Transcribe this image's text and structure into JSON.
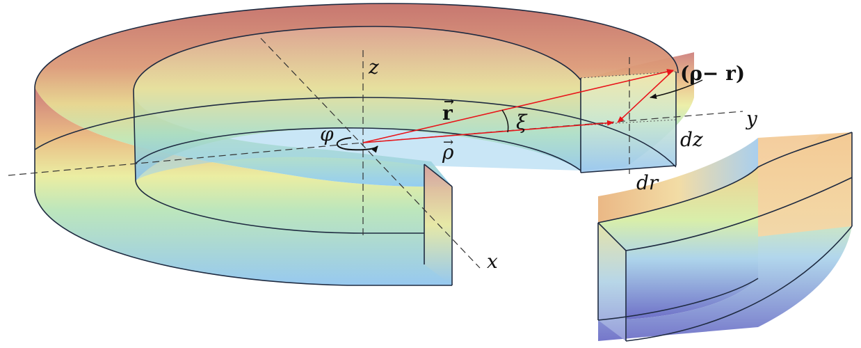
{
  "labels": {
    "z": "z",
    "y": "y",
    "x": "x",
    "phi": "φ",
    "r_vec": "r",
    "rho_vec": "ρ",
    "xi": "ξ",
    "diff": "(ρ− r)",
    "dz": "dz",
    "dr": "dr"
  },
  "colors": {
    "top_red": "#c8716f",
    "top_orange": "#e8b67a",
    "mid_yellow": "#e9ec9a",
    "mid_green": "#b7e4b6",
    "bottom_blue": "#92c8ef",
    "deep_blue": "#6e73c9",
    "vector_red": "#e8141a",
    "edge_dark": "#1e2a40"
  },
  "icons": {
    "phi_rotation": "rotation-arrow-icon",
    "vector_arrows": "arrowhead-icon"
  }
}
